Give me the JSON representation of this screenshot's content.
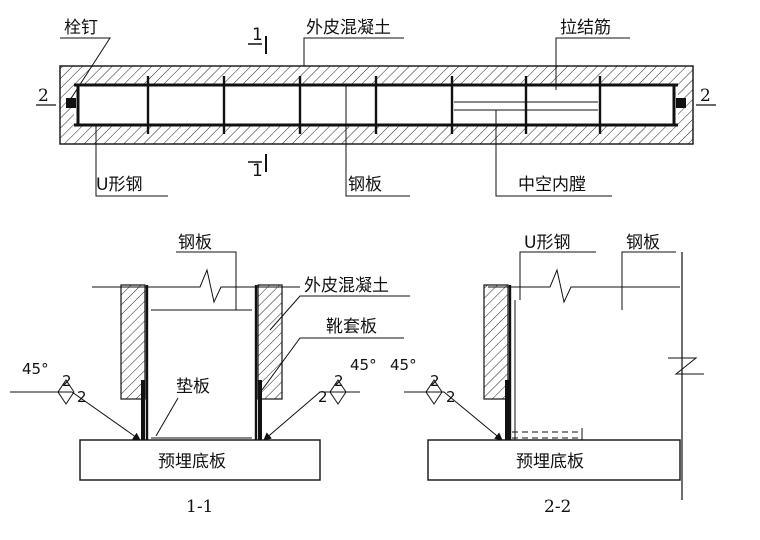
{
  "plan": {
    "labels": {
      "stud": "栓钉",
      "outer_concrete": "外皮混凝土",
      "tie_bar": "拉结筋",
      "u_steel": "U形钢",
      "steel_plate": "钢板",
      "hollow_cavity": "中空内膛",
      "cut_mark": "1",
      "section_mark_left": "2",
      "section_mark_right": "2"
    }
  },
  "section_1_1": {
    "labels": {
      "steel_plate": "钢板",
      "outer_concrete": "外皮混凝土",
      "boot_plate": "靴套板",
      "shim_plate": "垫板",
      "embedded_base_plate": "预埋底板",
      "angle_left": "45°",
      "angle_right": "45°",
      "weld_left_a": "2",
      "weld_left_b": "2",
      "weld_right_a": "2",
      "weld_right_b": "2",
      "caption": "1-1"
    }
  },
  "section_2_2": {
    "labels": {
      "u_steel": "U形钢",
      "steel_plate": "钢板",
      "embedded_base_plate": "预埋底板",
      "angle": "45°",
      "weld_a": "2",
      "weld_b": "2",
      "caption": "2-2"
    }
  }
}
